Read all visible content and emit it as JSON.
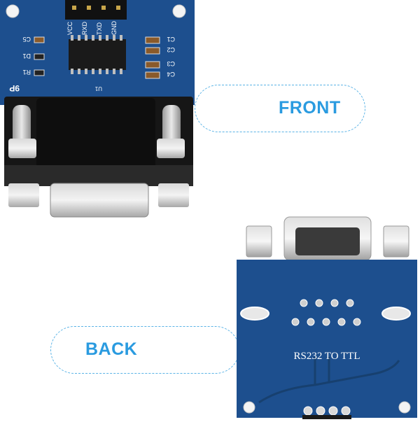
{
  "front": {
    "label": "FRONT",
    "pins": [
      "VCC",
      "RXD",
      "TXD",
      "GND"
    ],
    "components": {
      "c5": "C5",
      "d1": "D1",
      "r1": "R1",
      "c1": "C1",
      "c2": "C2",
      "c3": "C3",
      "c4": "C4",
      "u1": "U1",
      "connector": "9P"
    }
  },
  "back": {
    "label": "BACK",
    "board_text": "RS232 TO TTL"
  },
  "colors": {
    "pcb_blue": "#1d4f8e",
    "accent": "#2a9be0"
  }
}
